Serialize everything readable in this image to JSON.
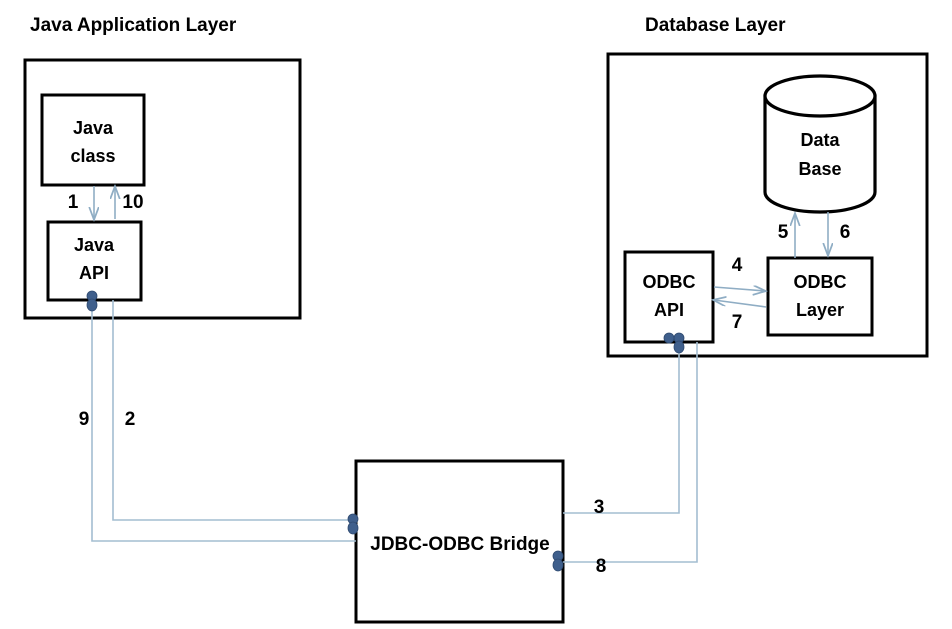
{
  "diagram": {
    "type": "jdbc-odbc-bridge-architecture",
    "titles": {
      "java_layer": "Java Application Layer",
      "database_layer": "Database Layer"
    },
    "boxes": {
      "java_class_line1": "Java",
      "java_class_line2": "class",
      "java_api_line1": "Java",
      "java_api_line2": "API",
      "bridge": "JDBC-ODBC Bridge",
      "odbc_api_line1": "ODBC",
      "odbc_api_line2": "API",
      "odbc_layer_line1": "ODBC",
      "odbc_layer_line2": "Layer",
      "database_line1": "Data",
      "database_line2": "Base"
    },
    "steps": {
      "s1": "1",
      "s2": "2",
      "s3": "3",
      "s4": "4",
      "s5": "5",
      "s6": "6",
      "s7": "7",
      "s8": "8",
      "s9": "9",
      "s10": "10"
    },
    "colors": {
      "outline": "#000000",
      "connector_line": "#a3bdd1",
      "connector_dot": "#3f5f8c",
      "background": "#ffffff"
    }
  }
}
